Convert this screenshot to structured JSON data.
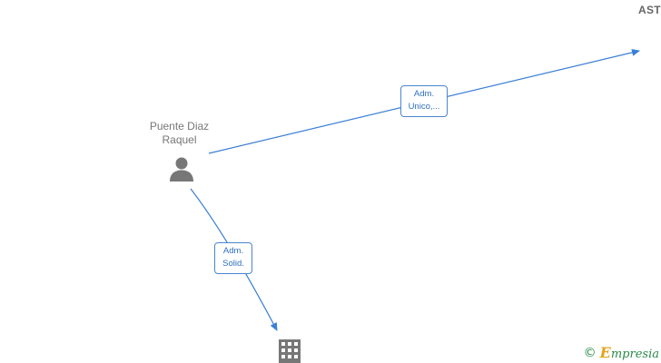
{
  "nodes": {
    "person": {
      "name_line1": "Puente Diaz",
      "name_line2": "Raquel",
      "icon": "person-icon"
    },
    "company_top_right": {
      "label": "AST"
    },
    "company_bottom": {
      "icon": "building-icon"
    }
  },
  "edges": [
    {
      "line1": "Adm.",
      "line2": "Unico,..."
    },
    {
      "line1": "Adm.",
      "line2": "Solid."
    }
  ],
  "watermark": {
    "copyright_symbol": "©",
    "brand_initial": "E",
    "brand_rest": "mpresia"
  },
  "colors": {
    "edge": "#3a7fd5",
    "icon": "#777777",
    "label_text": "#777777"
  }
}
